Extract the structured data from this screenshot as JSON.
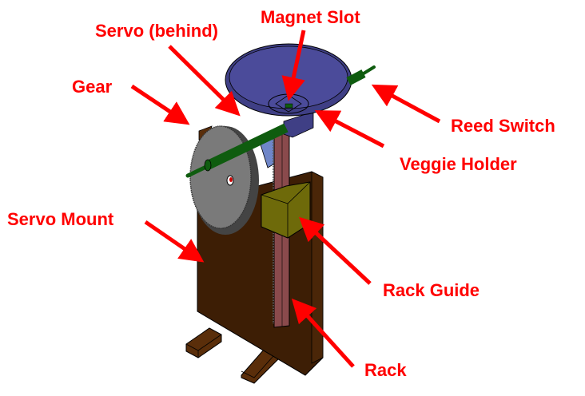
{
  "diagram": {
    "title": "Veggie holder rack-and-pinion mechanism",
    "label_color": "#ff0000",
    "labels": [
      {
        "id": "magnet-slot",
        "text": "Magnet Slot"
      },
      {
        "id": "servo-behind",
        "text": "Servo (behind)"
      },
      {
        "id": "gear",
        "text": "Gear"
      },
      {
        "id": "reed-switch",
        "text": "Reed Switch"
      },
      {
        "id": "veggie-holder",
        "text": "Veggie Holder"
      },
      {
        "id": "servo-mount",
        "text": "Servo Mount"
      },
      {
        "id": "rack-guide",
        "text": "Rack Guide"
      },
      {
        "id": "rack",
        "text": "Rack"
      }
    ],
    "part_colors": {
      "veggie_holder": "#3f3f85",
      "veggie_holder_rim": "#4b4b9a",
      "shaft": "#0f5c0f",
      "gear": "#7a7a7a",
      "gear_teeth": "#444444",
      "rack": "#8a4a4c",
      "rack_guide": "#6e6a0a",
      "servo_mount": "#3d1e05",
      "servo_mount_edge": "#4a2608",
      "feet": "#5a2e0a",
      "servo": "#6f86c8"
    }
  }
}
